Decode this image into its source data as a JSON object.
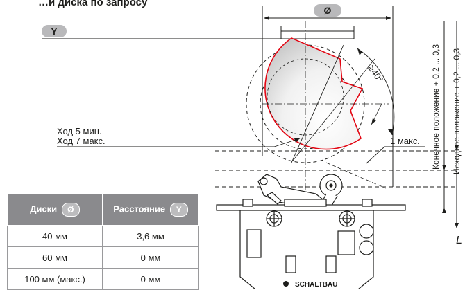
{
  "title": "…и диска по запросу",
  "symbols": {
    "diameter": "Ø",
    "distance": "Y"
  },
  "labels": {
    "stroke_min": "Ход 5 мин.",
    "stroke_max": "Ход 7 макс.",
    "angle": "≥40°",
    "one_max": "1 макс.",
    "final_position": "Конечное положение + 0,2 ... 0,3",
    "initial_position": "Исходное положение + 0,2 ... 0,3",
    "right_edge": "L",
    "brand": "SCHALTBAU"
  },
  "table": {
    "headers": {
      "disks": "Диски",
      "distance": "Расстояние"
    },
    "rows": [
      {
        "disk": "40 мм",
        "distance": "3,6 мм"
      },
      {
        "disk": "60 мм",
        "distance": "0 мм"
      },
      {
        "disk": "100 мм (макс.)",
        "distance": "0 мм"
      }
    ]
  },
  "colors": {
    "accent_red": "#e30613",
    "badge_gray": "#b9b9bb",
    "table_header": "#8a8a8d"
  }
}
